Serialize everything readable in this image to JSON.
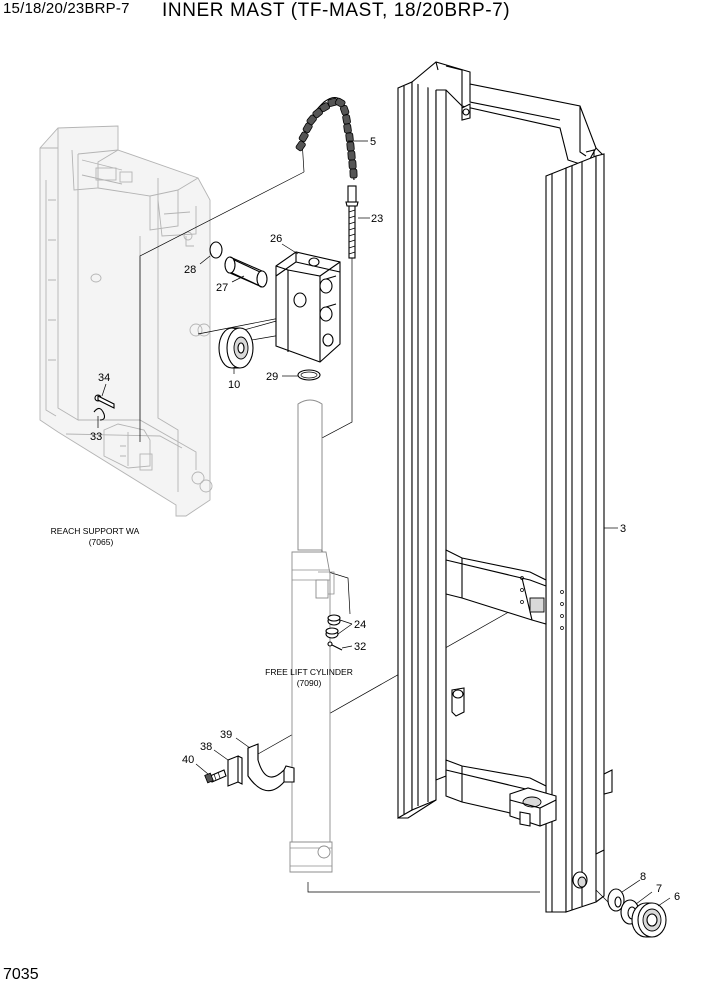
{
  "header": {
    "model": "15/18/20/23BRP-7",
    "title": "INNER MAST (TF-MAST, 18/20BRP-7)"
  },
  "footer": {
    "page_number": "7035"
  },
  "references": {
    "reach_support": {
      "name": "REACH SUPPORT WA",
      "code": "(7065)"
    },
    "free_lift_cylinder": {
      "name": "FREE LIFT CYLINDER",
      "code": "(7090)"
    }
  },
  "callouts": {
    "c3": "3",
    "c5": "5",
    "c6": "6",
    "c7": "7",
    "c8": "8",
    "c10": "10",
    "c23": "23",
    "c24": "24",
    "c26": "26",
    "c27": "27",
    "c28": "28",
    "c29": "29",
    "c32": "32",
    "c33": "33",
    "c34": "34",
    "c38": "38",
    "c39": "39",
    "c40": "40"
  }
}
